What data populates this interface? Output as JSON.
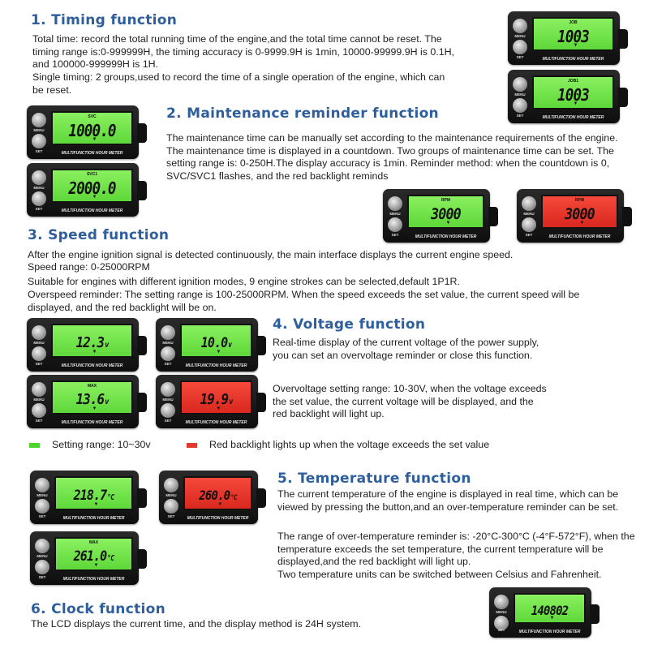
{
  "sections": {
    "timing": {
      "heading": "1. Timing function",
      "paragraphs": [
        "Total time: record the total running time of the engine,and the total time cannot be reset. The timing range is:0-999999H, the timing accuracy is 0-9999.9H is 1min, 10000-99999.9H is 0.1H, and 100000-999999H is 1H.",
        "Single timing: 2 groups,used to record the time of a single operation of the engine, which can be reset."
      ]
    },
    "maintenance": {
      "heading": "2. Maintenance reminder function",
      "paragraphs": [
        "The maintenance time can be manually set according to the maintenance requirements of the engine. The maintenance time is displayed in a countdown. Two groups of maintenance time can be set. The setting range is: 0-250H.The display accuracy is 1min. Reminder method: when the countdown is 0, SVC/SVC1 flashes, and the red backlight reminds"
      ]
    },
    "speed": {
      "heading": "3. Speed function",
      "paragraphs": [
        "After the engine ignition signal is detected continuously, the main interface displays the current engine speed.",
        "Speed range: 0-25000RPM",
        "Suitable for engines with different ignition modes, 9 engine strokes can be selected,default 1P1R.",
        "Overspeed reminder: The setting range is 100-25000RPM. When the speed exceeds the set value, the current speed will be displayed, and the red backlight will be on."
      ]
    },
    "voltage": {
      "heading": "4. Voltage function",
      "paragraphs": [
        "Real-time display of the current voltage of the power supply, you can set an overvoltage reminder or close this function.",
        "Overvoltage setting range: 10-30V, when the voltage exceeds the set value, the current voltage will be displayed, and the red backlight will light up."
      ],
      "legend": {
        "green": "Setting range: 10~30v",
        "red": "Red backlight lights up when the voltage exceeds the set value"
      }
    },
    "temperature": {
      "heading": "5. Temperature function",
      "paragraphs": [
        "The current temperature of the engine is displayed in real time, which can be viewed by pressing the button,and an over-temperature reminder can be set.",
        "The range of over-temperature reminder is: -20°C-300°C (-4°F-572°F), when the temperature exceeds the set temperature, the current temperature will be displayed,and the red backlight will light up.",
        "Two temperature units can be switched between Celsius and Fahrenheit."
      ]
    },
    "clock": {
      "heading": "6. Clock function",
      "paragraphs": [
        "The LCD displays the current time, and the display method is 24H system."
      ]
    }
  },
  "device": {
    "brand": "MULTIFUNCTION HOUR METER",
    "menu_label": "MENU",
    "set_label": "SET"
  },
  "devices": [
    {
      "id": "job",
      "tag": "JOB",
      "value": "1003",
      "unit": "",
      "backlight": "green"
    },
    {
      "id": "job1",
      "tag": "JOB1",
      "value": "1003",
      "unit": "",
      "backlight": "green"
    },
    {
      "id": "svc",
      "tag": "SVC",
      "value": "1000.0",
      "unit": "",
      "backlight": "green"
    },
    {
      "id": "svc1",
      "tag": "SVC1",
      "value": "2000.0",
      "unit": "",
      "backlight": "green"
    },
    {
      "id": "rpm-green",
      "tag": "RPM",
      "value": "3000",
      "unit": "",
      "backlight": "green"
    },
    {
      "id": "rpm-red",
      "tag": "RPM",
      "value": "3000",
      "unit": "",
      "backlight": "red"
    },
    {
      "id": "volt-1",
      "tag": "",
      "value": "12.3",
      "unit": "v",
      "backlight": "green"
    },
    {
      "id": "volt-2",
      "tag": "",
      "value": "10.0",
      "unit": "v",
      "backlight": "green"
    },
    {
      "id": "volt-max",
      "tag": "MAX",
      "value": "13.6",
      "unit": "v",
      "backlight": "green"
    },
    {
      "id": "volt-red",
      "tag": "",
      "value": "19.9",
      "unit": "v",
      "backlight": "red"
    },
    {
      "id": "temp-1",
      "tag": "",
      "value": "218.7",
      "unit": "°C",
      "backlight": "green"
    },
    {
      "id": "temp-red",
      "tag": "",
      "value": "260.0",
      "unit": "°C",
      "backlight": "red"
    },
    {
      "id": "temp-max",
      "tag": "MAX",
      "value": "261.0",
      "unit": "°C",
      "backlight": "green"
    },
    {
      "id": "clock",
      "tag": "",
      "value": "140802",
      "unit": "",
      "backlight": "green"
    }
  ],
  "colors": {
    "heading": "#2e5f9c",
    "lcd_green": "#6be244",
    "lcd_red": "#e2352a",
    "legend_green": "#4dd32e",
    "legend_red": "#e23b2e"
  }
}
